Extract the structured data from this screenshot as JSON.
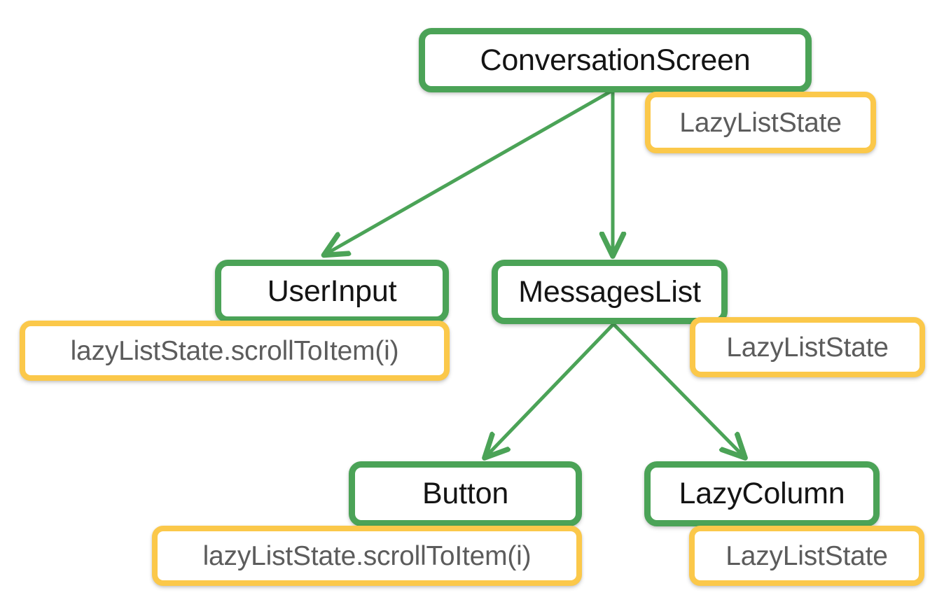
{
  "diagram": {
    "type": "tree",
    "title": "",
    "colors": {
      "composable_border": "#4BA357",
      "state_border": "#FBC84A",
      "edge": "#4BA357",
      "node_fill": "#FFFFFF",
      "composable_text": "#141414",
      "state_text": "#5C5C5C",
      "background": "#FFFFFF"
    },
    "nodes": [
      {
        "id": "conversation-screen",
        "label": "ConversationScreen",
        "kind": "composable"
      },
      {
        "id": "state-conversation",
        "label": "LazyListState",
        "kind": "state"
      },
      {
        "id": "user-input",
        "label": "UserInput",
        "kind": "composable"
      },
      {
        "id": "state-user-input",
        "label": "lazyListState.scrollToItem(i)",
        "kind": "state"
      },
      {
        "id": "messages-list",
        "label": "MessagesList",
        "kind": "composable"
      },
      {
        "id": "state-messages-list",
        "label": "LazyListState",
        "kind": "state"
      },
      {
        "id": "button",
        "label": "Button",
        "kind": "composable"
      },
      {
        "id": "state-button",
        "label": "lazyListState.scrollToItem(i)",
        "kind": "state"
      },
      {
        "id": "lazy-column",
        "label": "LazyColumn",
        "kind": "composable"
      },
      {
        "id": "state-lazy-column",
        "label": "LazyListState",
        "kind": "state"
      }
    ],
    "edges": [
      {
        "from": "conversation-screen",
        "to": "user-input"
      },
      {
        "from": "conversation-screen",
        "to": "messages-list"
      },
      {
        "from": "messages-list",
        "to": "button"
      },
      {
        "from": "messages-list",
        "to": "lazy-column"
      }
    ]
  }
}
